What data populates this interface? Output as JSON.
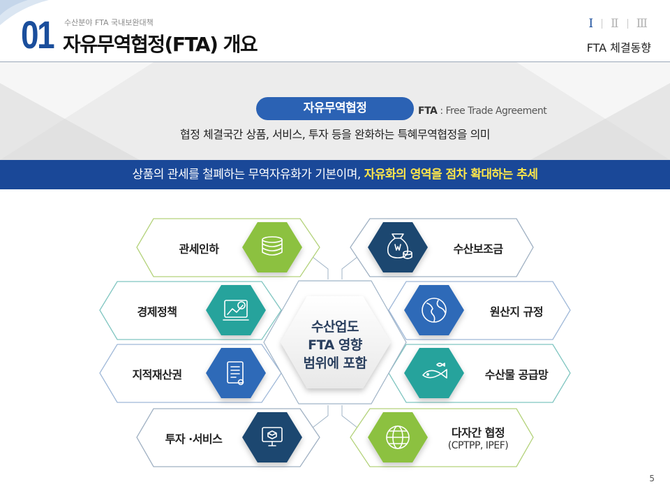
{
  "header": {
    "number": "01",
    "subtitle": "수산분야 FTA 국내보완대책",
    "title": "자유무역협정(FTA) 개요",
    "section_nav": [
      "Ⅰ",
      "Ⅱ",
      "Ⅲ"
    ],
    "section_name": "FTA 체결동향"
  },
  "intro": {
    "pill": "자유무역협정",
    "fta_abbr": "FTA",
    "fta_full": " : Free Trade Agreement",
    "description": "협정 체결국간 상품, 서비스, 투자 등을 완화하는 특혜무역협정을 의미"
  },
  "banner": {
    "text": "상품의 관세를 철폐하는 무역자유화가 기본이며, ",
    "highlight": "자유화의 영역을 점차 확대하는 추세"
  },
  "center": {
    "line1": "수산업도",
    "line2": "FTA 영향",
    "line3": "범위에 포함"
  },
  "left_items": [
    {
      "label": "관세인하",
      "icon": "coins-icon"
    },
    {
      "label": "경제정책",
      "icon": "economy-chart-icon"
    },
    {
      "label": "지적재산권",
      "icon": "certificate-document-icon"
    },
    {
      "label": "투자 ·서비스",
      "icon": "investment-monitor-icon"
    }
  ],
  "right_items": [
    {
      "label": "수산보조금",
      "icon": "money-bag-icon"
    },
    {
      "label": "원산지 규정",
      "icon": "globe-map-icon"
    },
    {
      "label": "수산물 공급망",
      "icon": "fish-icon"
    },
    {
      "label": "다자간 협정",
      "sub": "(CPTPP, IPEF)",
      "icon": "globe-grid-icon"
    }
  ],
  "colors": {
    "lime": "#8cc13f",
    "teal": "#27a39c",
    "blue": "#2d6ab8",
    "navy": "#1a4670",
    "banner": "#1a4898",
    "highlight": "#fde64a"
  },
  "page_number": "5"
}
